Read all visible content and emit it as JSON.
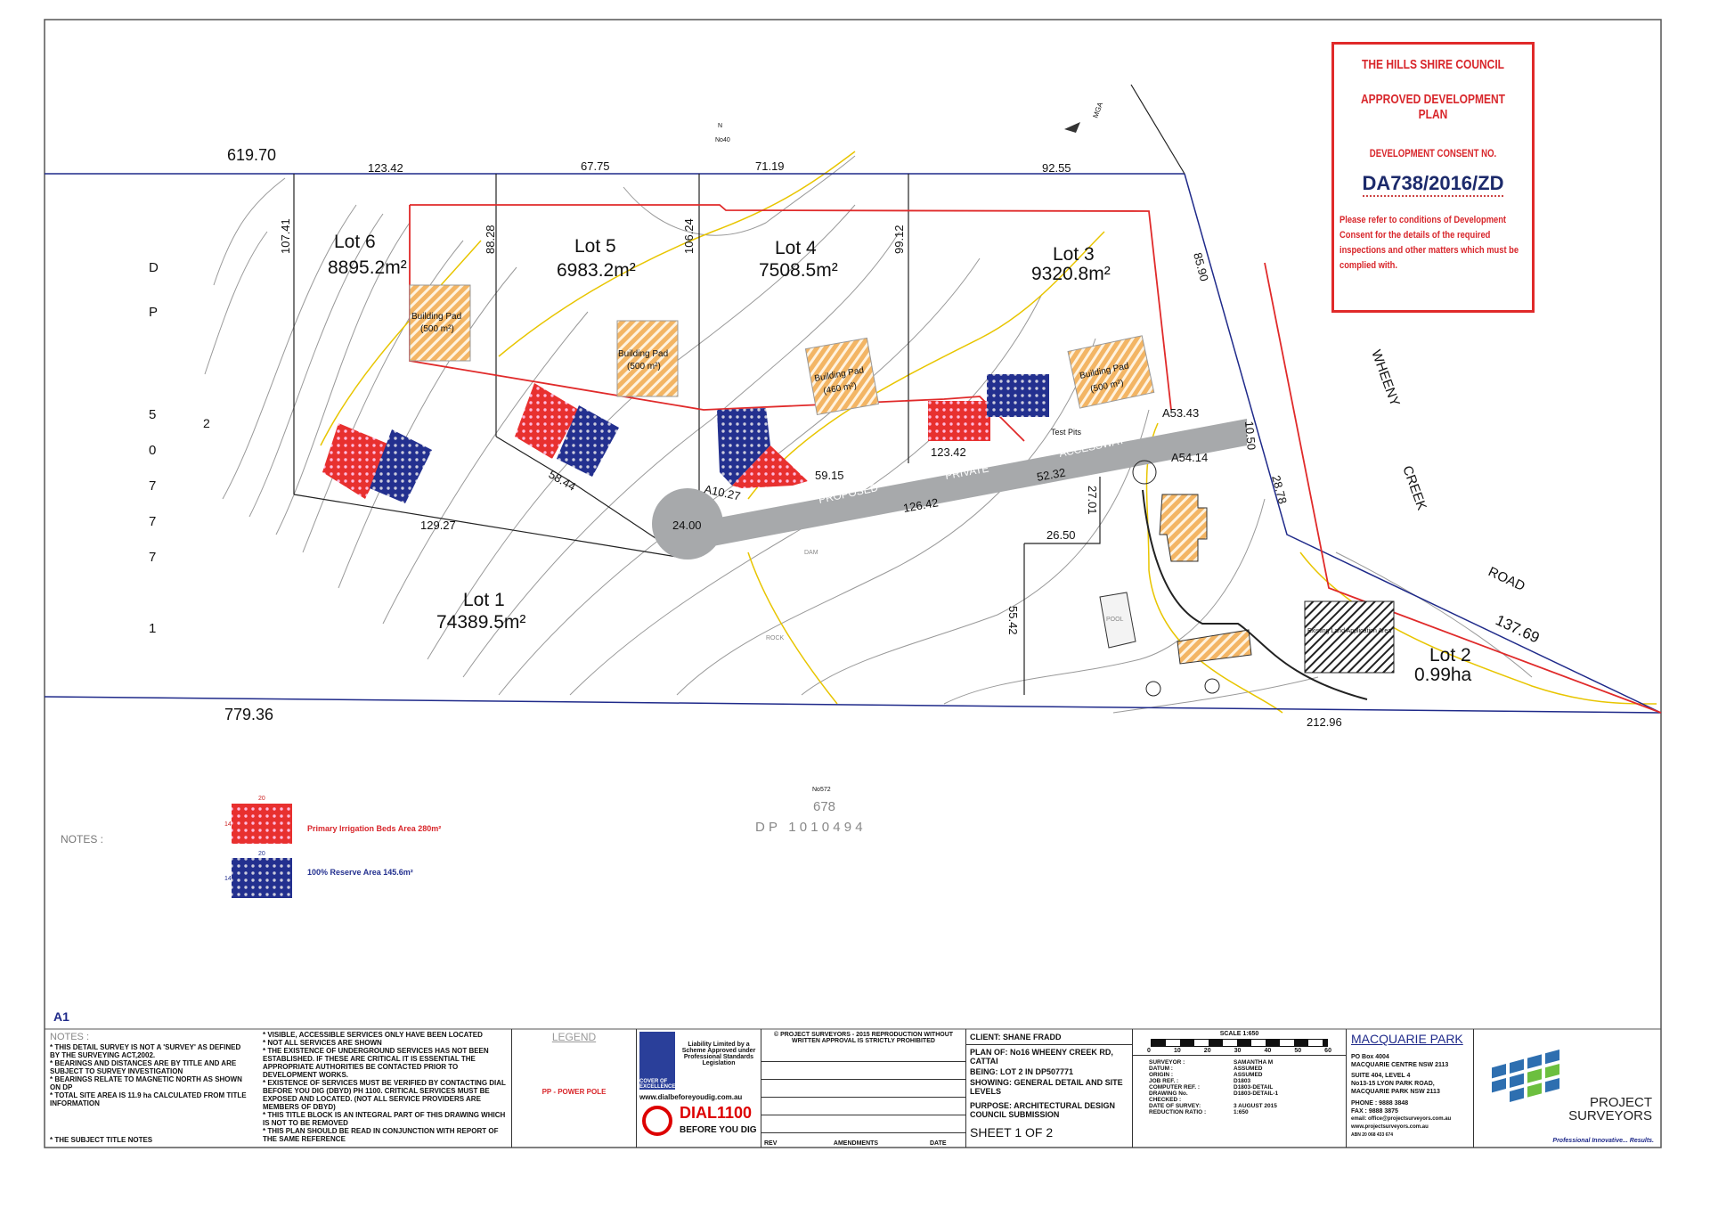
{
  "stamp": {
    "line1": "THE HILLS SHIRE COUNCIL",
    "line2": "APPROVED DEVELOPMENT PLAN",
    "line3": "DEVELOPMENT CONSENT NO.",
    "consent_no": "DA738/2016/ZD",
    "text": "Please refer to conditions of Development Consent for the details of the required inspections and other matters which must be complied with."
  },
  "plan": {
    "north_label": "No40",
    "north_marker": "N",
    "mga_label": "MGA",
    "dims": {
      "top_left": "619.70",
      "bottom_left": "779.36",
      "bottom_right": "212.96",
      "d123_42": "123.42",
      "d67_75": "67.75",
      "d71_19": "71.19",
      "d92_55": "92.55",
      "d107_41": "107.41",
      "d88_28": "88.28",
      "d106_24": "106.24",
      "d99_12": "99.12",
      "d85_90": "85.90",
      "d129_27": "129.27",
      "d58_44": "58.44",
      "d24_00": "24.00",
      "a10_27": "A10.27",
      "d59_15": "59.15",
      "d126_42": "126.42",
      "d123_42b": "123.42",
      "d52_32": "52.32",
      "a53_43": "A53.43",
      "a54_14": "A54.14",
      "d10_50": "10.50",
      "d28_78": "28.78",
      "d27_01": "27.01",
      "d26_50": "26.50",
      "d55_42": "55.42",
      "d137_69": "137.69"
    },
    "lots": [
      {
        "name": "Lot 6",
        "area": "8895.2m²"
      },
      {
        "name": "Lot 5",
        "area": "6983.2m²"
      },
      {
        "name": "Lot 4",
        "area": "7508.5m²"
      },
      {
        "name": "Lot 3",
        "area": "9320.8m²"
      },
      {
        "name": "Lot 1",
        "area": "74389.5m²"
      },
      {
        "name": "Lot 2",
        "area": "0.99ha"
      }
    ],
    "pads": [
      "Building Pad",
      "(500 m²)",
      "Building Pad",
      "(500 m²)",
      "Building Pad",
      "(460 m²)",
      "Building Pad",
      "(500 m²)"
    ],
    "road_labels": [
      "PROPOSED",
      "PRIVATE",
      "ACCESSWAY"
    ],
    "test_pits": "Test Pits",
    "street": [
      "WHEENY",
      "CREEK",
      "ROAD"
    ],
    "dp_left": [
      "D",
      "P",
      "5",
      "0",
      "7",
      "7",
      "7",
      "1"
    ],
    "dp_left_2": "2",
    "bottom_lot_ref": "No572",
    "bottom_lot_no": "678",
    "dp_bottom": "D P   1 0 1 0 4 9 4",
    "pool": "POOL",
    "rock": "ROCK",
    "dam": "DAM",
    "existing_lot": "Existing Land Application Area"
  },
  "legend": {
    "notes_label": "NOTES :",
    "dim_w": "20",
    "dim_h": "14",
    "primary": "Primary Irrigation Beds Area 280m²",
    "reserve": "100% Reserve Area 145.6m²",
    "sheet_size": "A1",
    "colors": {
      "red": "#e8302f",
      "blue": "#23308f",
      "orange": "#f0a848",
      "road": "#a7a9ab"
    }
  },
  "title_block": {
    "notes_title": "NOTES :",
    "notes_col1": [
      "* THIS DETAIL SURVEY IS NOT A 'SURVEY' AS DEFINED BY THE SURVEYING ACT,2002.",
      "* BEARINGS AND DISTANCES ARE BY TITLE AND ARE SUBJECT TO SURVEY INVESTIGATION",
      "* BEARINGS RELATE TO MAGNETIC NORTH AS SHOWN ON DP",
      "* TOTAL SITE AREA IS 11.9 ha CALCULATED FROM TITLE INFORMATION"
    ],
    "notes_col1_bottom": "* THE SUBJECT TITLE NOTES",
    "notes_col2": [
      "* VISIBLE, ACCESSIBLE SERVICES ONLY HAVE BEEN LOCATED",
      "* NOT ALL SERVICES ARE SHOWN",
      "* THE EXISTENCE OF UNDERGROUND SERVICES HAS NOT BEEN ESTABLISHED. IF THESE ARE CRITICAL IT IS ESSENTIAL THE APPROPRIATE AUTHORITIES BE CONTACTED PRIOR TO DEVELOPMENT WORKS.",
      "* EXISTENCE OF SERVICES MUST BE VERIFIED BY CONTACTING DIAL BEFORE YOU DIG (DBYD) PH 1100. CRITICAL SERVICES MUST BE EXPOSED AND LOCATED. (NOT ALL SERVICE PROVIDERS ARE MEMBERS OF DBYD)",
      "* THIS TITLE BLOCK IS AN INTEGRAL PART OF THIS DRAWING WHICH IS NOT TO BE REMOVED",
      "* THIS PLAN SHOULD BE READ IN CONJUNCTION WITH REPORT OF THE SAME REFERENCE"
    ],
    "legend_title": "LEGEND",
    "legend_pp": "PP - POWER POLE",
    "cover_text": "COVER OF EXCELLENCE",
    "liability": "Liability Limited by a Scheme Approved under Professional Standards Legislation",
    "dbyd_url": "www.dialbeforeyoudig.com.au",
    "dial": "DIAL",
    "dial_no": "1100",
    "before_you_dig": "BEFORE YOU DIG",
    "copyright": "© PROJECT SURVEYORS - 2015 REPRODUCTION WITHOUT WRITTEN APPROVAL IS STRICTLY PROHIBITED",
    "rev": "REV",
    "amendments": "AMENDMENTS",
    "date": "DATE",
    "client": "CLIENT:  SHANE FRADD",
    "plan_of": "PLAN OF: No16 WHEENY CREEK RD, CATTAI",
    "being": "BEING:   LOT 2 IN DP507771",
    "showing": "SHOWING: GENERAL DETAIL AND SITE LEVELS",
    "purpose": "PURPOSE:  ARCHITECTURAL DESIGN COUNCIL SUBMISSION",
    "sheet": "SHEET 1 OF 2",
    "scale_title": "SCALE 1:650",
    "scale_ticks": [
      "0",
      "10",
      "20",
      "30",
      "40",
      "50",
      "60"
    ],
    "details": [
      [
        "SURVEYOR :",
        "SAMANTHA M"
      ],
      [
        "DATUM :",
        "ASSUMED"
      ],
      [
        "ORIGIN :",
        "ASSUMED"
      ],
      [
        "JOB REF. :",
        "D1803"
      ],
      [
        "COMPUTER REF. :",
        "D1803-DETAIL"
      ],
      [
        "DRAWING No.",
        "D1803-DETAIL-1"
      ],
      [
        "CHECKED :",
        ""
      ],
      [
        "DATE OF SURVEY:",
        "3 AUGUST 2015"
      ],
      [
        "REDUCTION RATIO :",
        "1:650"
      ]
    ],
    "office": "MACQUARIE PARK",
    "address": [
      "PO Box 4004",
      "MACQUARIE CENTRE NSW 2113",
      "SUITE 404, LEVEL 4",
      "No13-15 LYON PARK ROAD,",
      "MACQUARIE PARK NSW 2113",
      "PHONE : 9888 3848",
      "FAX : 9888 3875",
      "email: office@projectsurveyors.com.au",
      "www.projectsurveyors.com.au",
      "ABN 20 068 433 674"
    ],
    "company": [
      "PROJECT",
      "SURVEYORS"
    ],
    "tagline": "Professional Innovative... Results."
  }
}
